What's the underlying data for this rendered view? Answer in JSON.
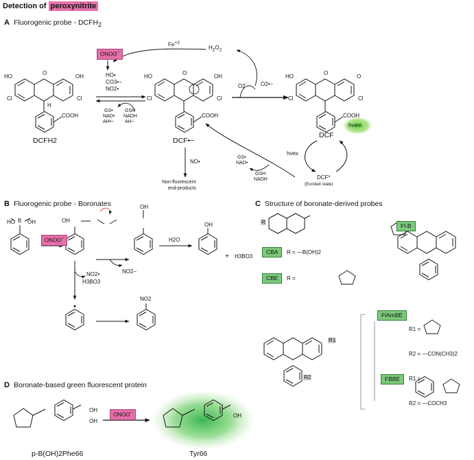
{
  "figure": {
    "title_prefix": "Detection of ",
    "title_highlight": "peroxynitrite",
    "panels": {
      "A": {
        "label": "A",
        "title": "Fluorogenic probe - DCFH",
        "title_sub": "2",
        "oxidant_box": "ONOO",
        "oxidant_sup": "−",
        "fe_label": "Fe",
        "fe_sup": "+2",
        "h2o2": "H",
        "h2o2_sub1": "2",
        "h2o2_o": "O",
        "h2o2_sub2": "2",
        "radicals": [
          "HO•",
          "CO3•−",
          "NO2•"
        ],
        "reductants_left": [
          "GS•",
          "NAD•",
          "AH•−"
        ],
        "reductants_right": [
          "GSH",
          "NADH",
          "AH−"
        ],
        "o2": "O2",
        "o2_superoxide": "O2•−",
        "dcfh2_label": "DCFH2",
        "dcf_radical_label": "DCF•−",
        "dcf_label": "DCF",
        "dcf_excited_label": "DCF*",
        "excited_state": "(Excited state)",
        "hv_ex": "hvex",
        "hv_em": "hvem",
        "no_radical": "NO•",
        "end_products": [
          "Non-fluorescent",
          "end-products"
        ],
        "gs_nad": [
          "GS•",
          "NAD•"
        ],
        "gsh_nadh": [
          "GSH",
          "NADH"
        ],
        "cooh": "COOH",
        "ho": "HO",
        "oh": "OH",
        "cl": "Cl",
        "h": "H",
        "o": "O"
      },
      "B": {
        "label": "B",
        "title": "Fluorogenic probe - Boronates",
        "oxidant_box": "ONOO",
        "oxidant_sup": "−",
        "h2o": "H2O",
        "plus": "+",
        "h3bo3": "H3BO3",
        "no2_minus": "NO2−",
        "side_products": [
          "NO2•",
          "H3BO3"
        ],
        "no2": "NO2",
        "oh": "OH",
        "ho": "HO",
        "b": "B"
      },
      "C": {
        "label": "C",
        "title": "Structure of boronate-derived probes",
        "probes": [
          "CBA",
          "CBE",
          "Fl-B",
          "FlAmBE",
          "FBBE"
        ],
        "cba_r": "R = —B(OH)2",
        "cbe_r": "R =",
        "flambe_r1": "R1 =",
        "flambe_r2": "R2 = —CON(CH3)2",
        "fbbe_r1": "R1 =",
        "fbbe_r2": "R2 = —COCH3",
        "r": "R",
        "r1": "R1",
        "r2": "R2"
      },
      "D": {
        "label": "D",
        "title": "Boronate-based green fluorescent protein",
        "oxidant_box": "ONOO",
        "oxidant_sup": "−",
        "reactant_label": "p-B(OH)2Phe66",
        "product_label": "Tyr66",
        "oh": "OH"
      }
    },
    "colors": {
      "pink": "#e573ad",
      "green": "#7cc97c",
      "green_glow": "#7fd36b",
      "grey": "#cfcfcf"
    }
  }
}
